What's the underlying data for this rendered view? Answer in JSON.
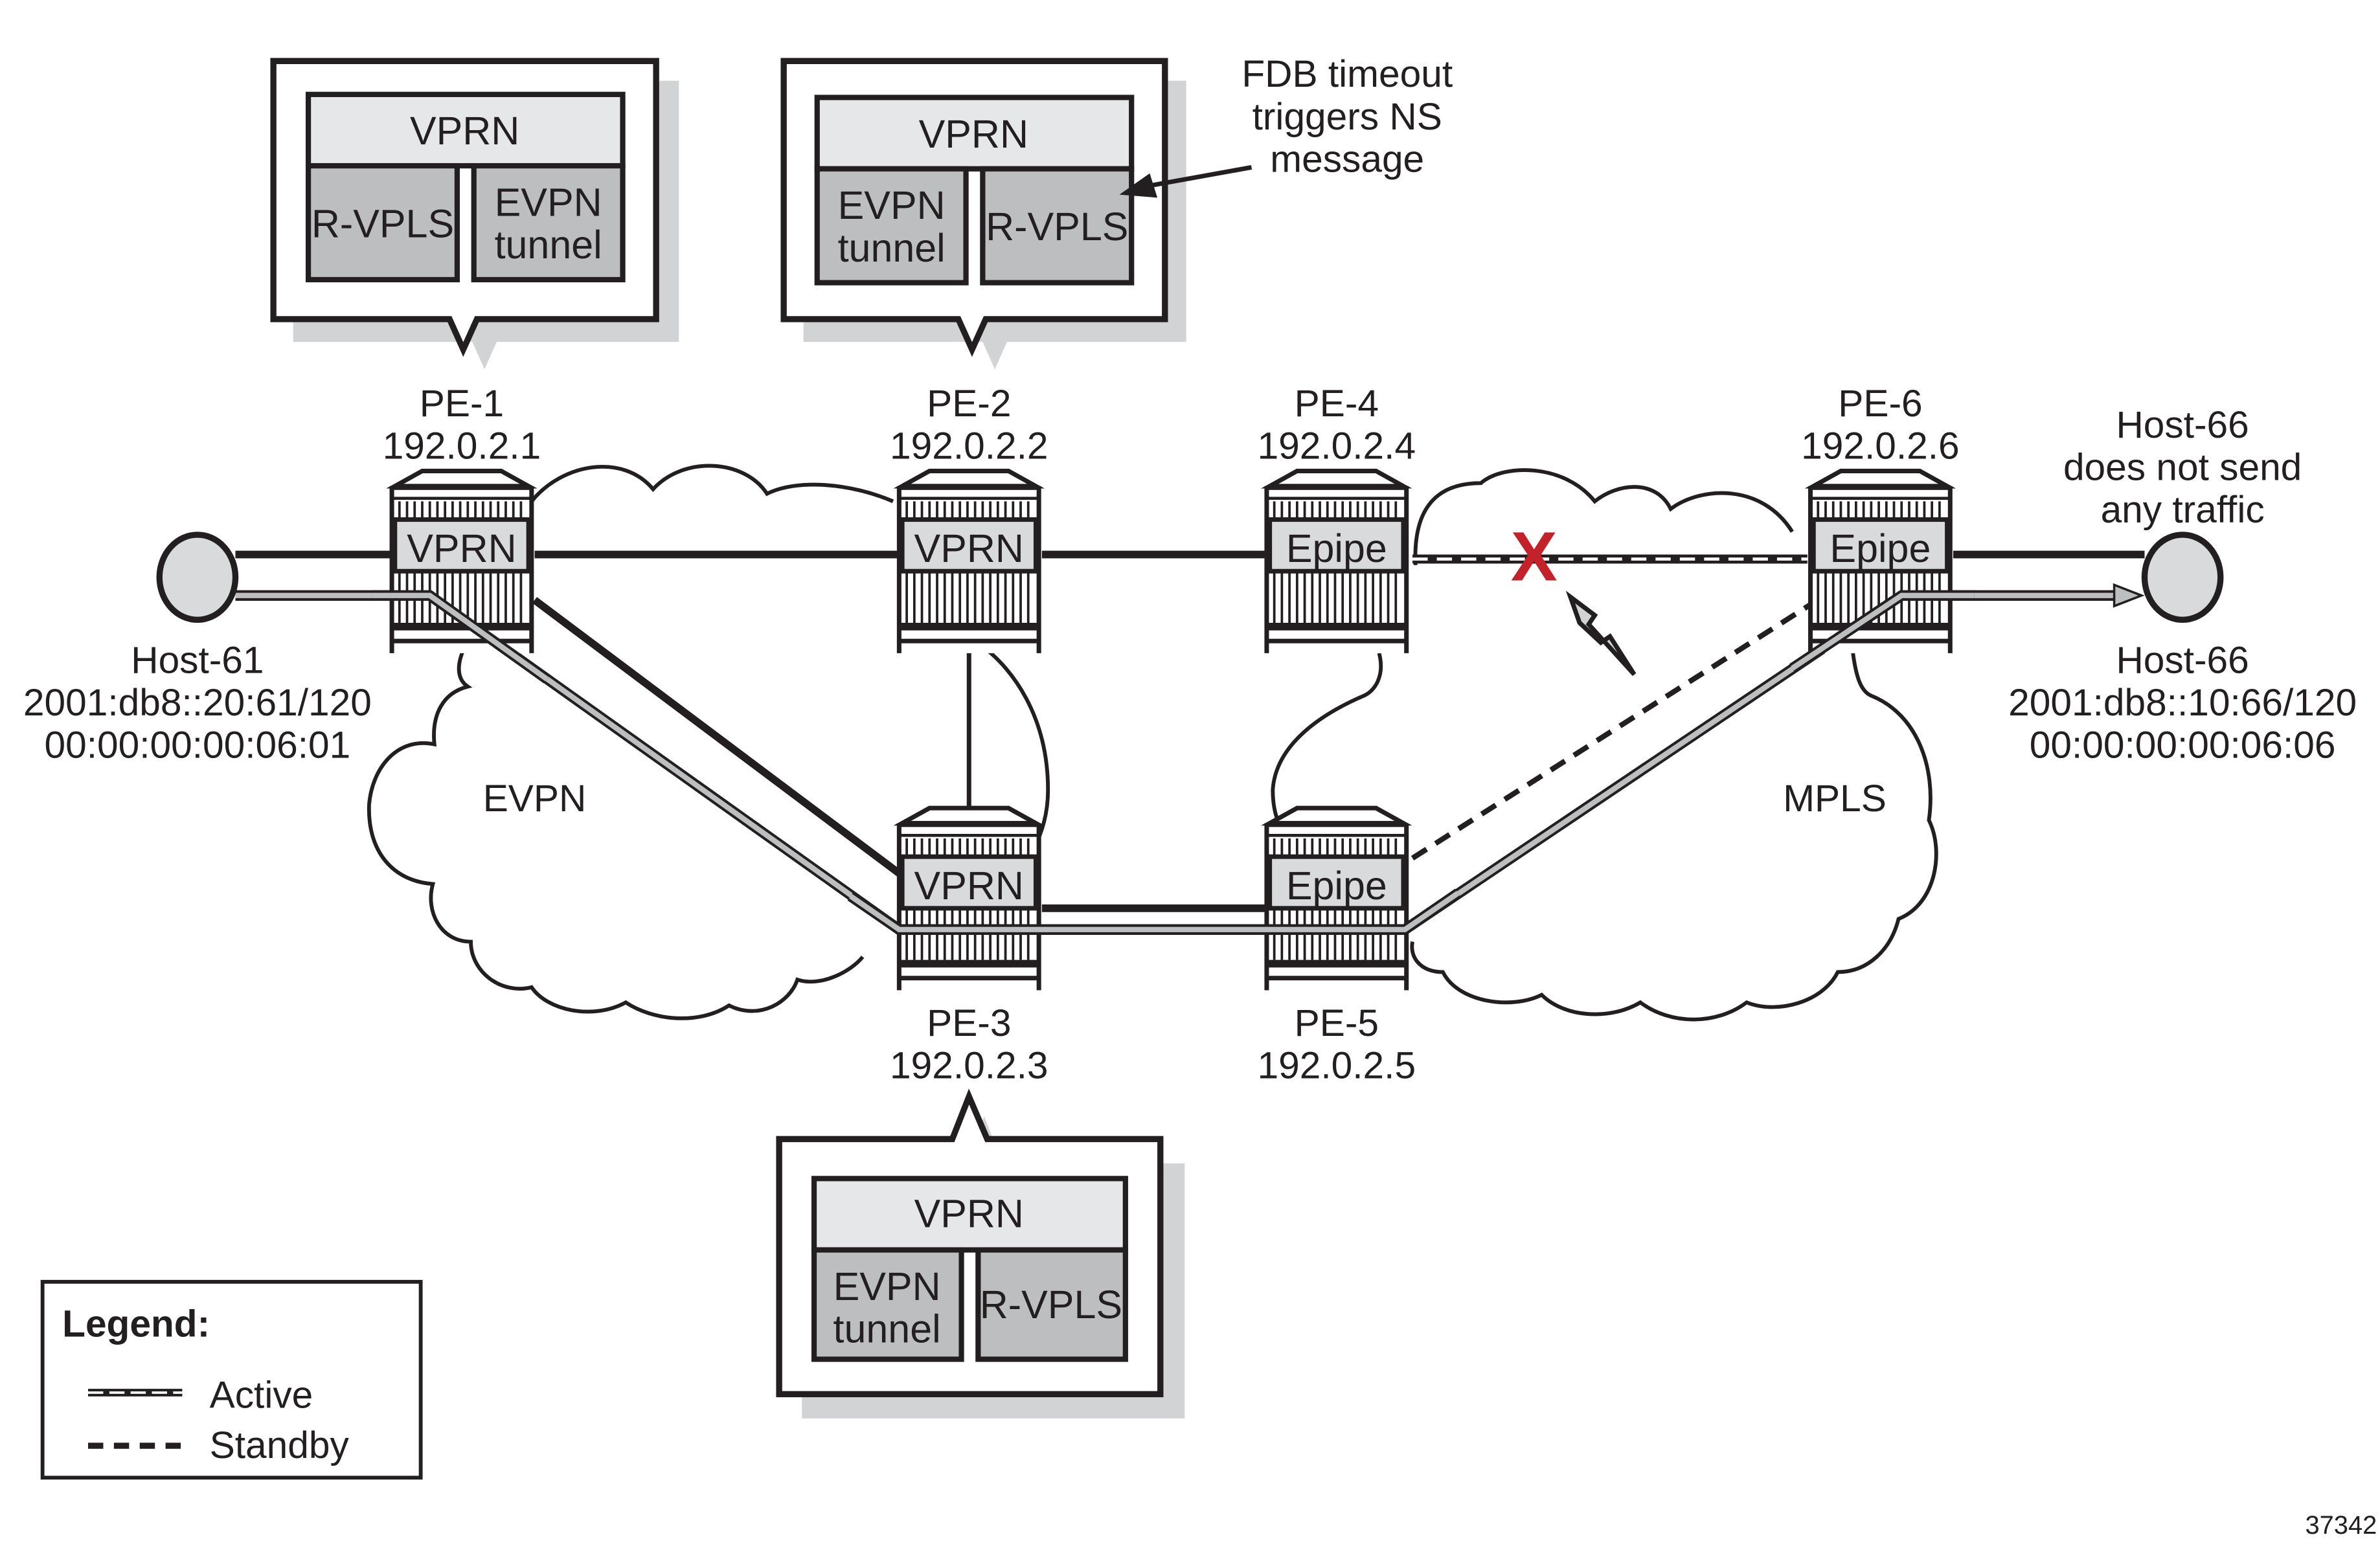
{
  "figure_id": "37342",
  "colors": {
    "ink": "#231f20",
    "light_gray": "#e6e7e8",
    "mid_gray": "#bcbec0",
    "node_fill": "#d9dadc",
    "shadow": "#d1d3d4",
    "failure_red": "#c4222a"
  },
  "callouts": {
    "pe1": {
      "top": "VPRN",
      "left": "R-VPLS",
      "right_line1": "EVPN",
      "right_line2": "tunnel"
    },
    "pe2": {
      "top": "VPRN",
      "left_line1": "EVPN",
      "left_line2": "tunnel",
      "right": "R-VPLS"
    },
    "pe3": {
      "top": "VPRN",
      "left_line1": "EVPN",
      "left_line2": "tunnel",
      "right": "R-VPLS"
    }
  },
  "annotation": {
    "line1": "FDB timeout",
    "line2": "triggers NS",
    "line3": "message"
  },
  "routers": [
    {
      "name": "PE-1",
      "ip": "192.0.2.1",
      "service": "VPRN"
    },
    {
      "name": "PE-2",
      "ip": "192.0.2.2",
      "service": "VPRN"
    },
    {
      "name": "PE-3",
      "ip": "192.0.2.3",
      "service": "VPRN"
    },
    {
      "name": "PE-4",
      "ip": "192.0.2.4",
      "service": "Epipe"
    },
    {
      "name": "PE-5",
      "ip": "192.0.2.5",
      "service": "Epipe"
    },
    {
      "name": "PE-6",
      "ip": "192.0.2.6",
      "service": "Epipe"
    }
  ],
  "hosts": {
    "host61": {
      "name": "Host-61",
      "ipv6": "2001:db8::20:61/120",
      "mac": "00:00:00:00:06:01"
    },
    "host66": {
      "name": "Host-66",
      "ipv6": "2001:db8::10:66/120",
      "mac": "00:00:00:00:06:06",
      "note_title": "Host-66",
      "note_line1": "does not send",
      "note_line2": "any traffic"
    }
  },
  "clouds": {
    "left": "EVPN",
    "right": "MPLS"
  },
  "failure_mark": "X",
  "legend": {
    "title": "Legend:",
    "items": [
      {
        "label": "Active",
        "style": "active"
      },
      {
        "label": "Standby",
        "style": "standby"
      }
    ]
  }
}
